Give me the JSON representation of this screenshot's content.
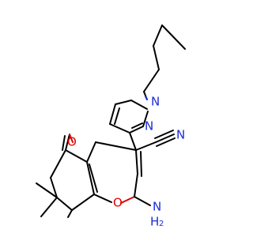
{
  "molecule": {
    "labels": {
      "n_ring_1": "N",
      "n_ring_2": "N",
      "nitrile_n": "N",
      "ketone_o": "O",
      "ring_o": "O",
      "amine_n": "N",
      "amine_h": "H",
      "amine_h_count": "2"
    },
    "colors": {
      "bond": "#000000",
      "nitrogen": "#1a2bd8",
      "oxygen": "#e00000",
      "background": "#ffffff"
    }
  }
}
